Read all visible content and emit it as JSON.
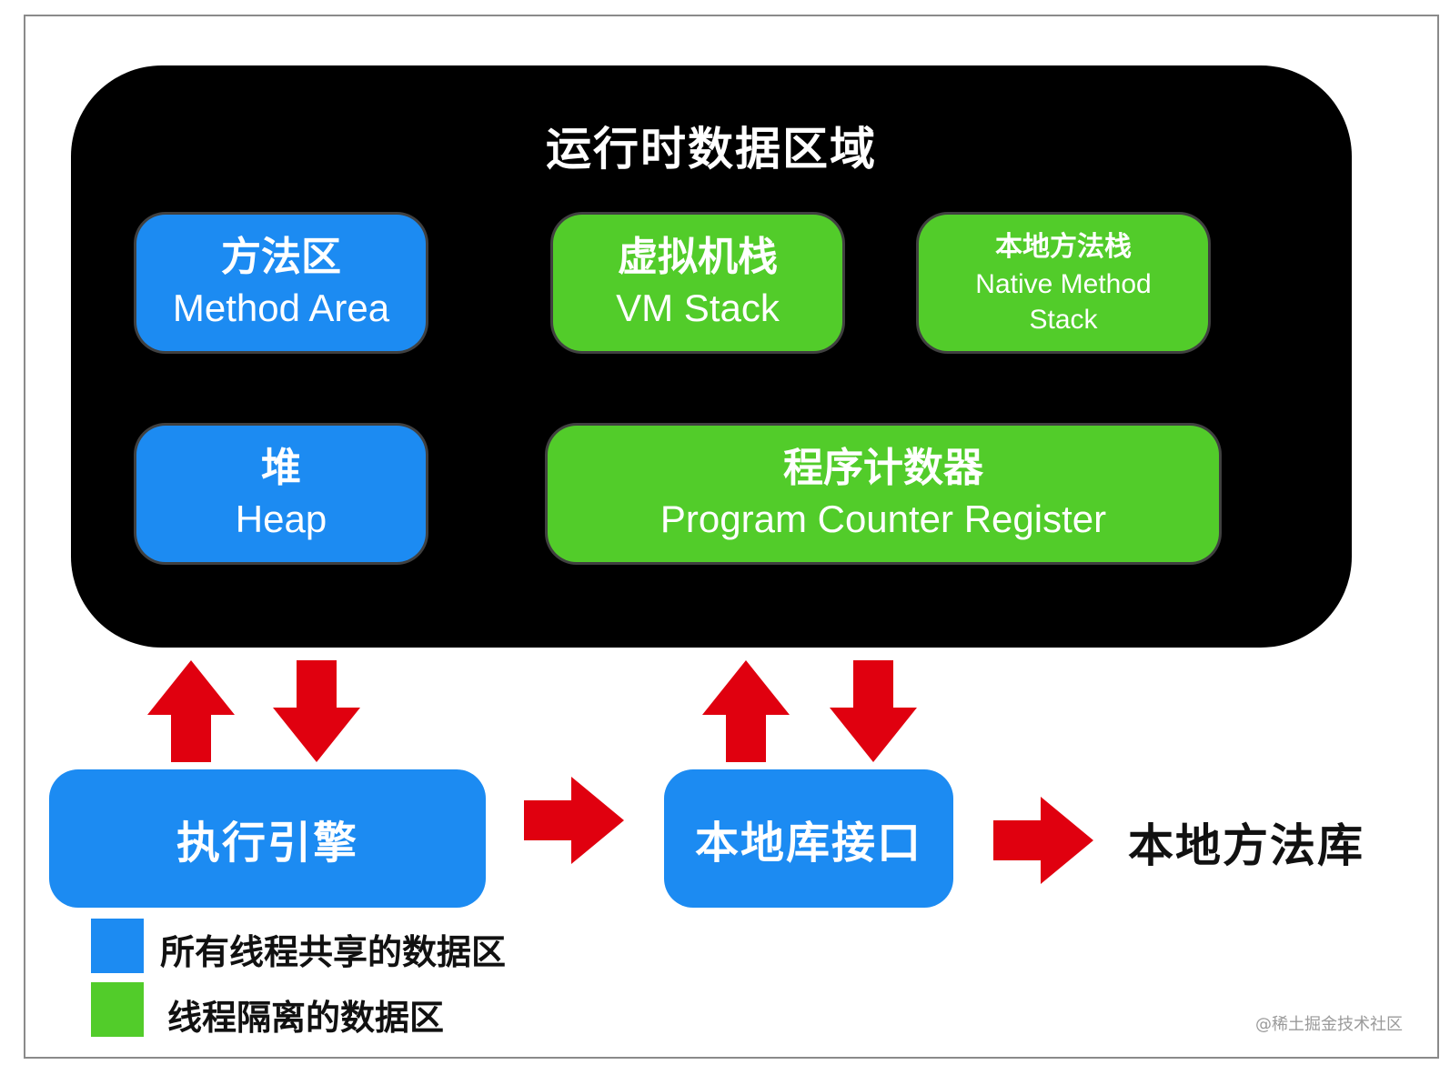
{
  "runtime_area": {
    "title": "运行时数据区域"
  },
  "blocks": {
    "method_area": {
      "zh": "方法区",
      "en": "Method Area"
    },
    "vm_stack": {
      "zh": "虚拟机栈",
      "en": "VM Stack"
    },
    "native_stack": {
      "zh": "本地方法栈",
      "en1": "Native Method",
      "en2": "Stack"
    },
    "heap": {
      "zh": "堆",
      "en": "Heap"
    },
    "pc_register": {
      "zh": "程序计数器",
      "en": "Program Counter Register"
    }
  },
  "engine": {
    "label": "执行引擎"
  },
  "native_interface": {
    "label": "本地库接口"
  },
  "native_library": {
    "label": "本地方法库"
  },
  "legend": {
    "shared": {
      "label": "所有线程共享的数据区",
      "color": "#1c8bf2"
    },
    "isolated": {
      "label": "线程隔离的数据区",
      "color": "#52cc2a"
    }
  },
  "watermark": "@稀土掘金技术社区",
  "colors": {
    "blue": "#1c8bf2",
    "green": "#52cc2a",
    "arrow": "#e0000f",
    "runtime_bg": "#000000"
  },
  "icons": {
    "arrow_up": "arrow-up-icon",
    "arrow_down": "arrow-down-icon",
    "arrow_right": "arrow-right-icon"
  }
}
